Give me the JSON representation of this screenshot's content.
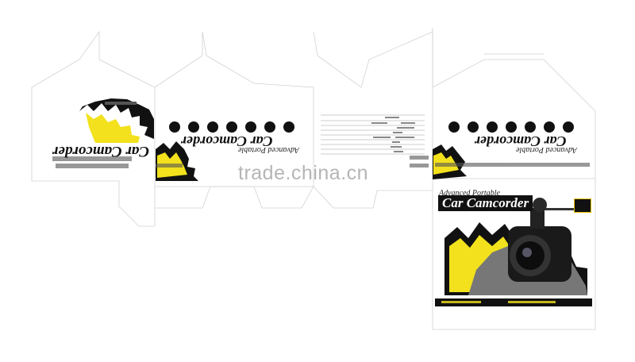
{
  "watermark": "trade.china.cn",
  "back_panel": {
    "subtitle": "Advanced Portable",
    "title": "Car Camcorder"
  },
  "left_panel": {
    "title": "Car Camcorder"
  },
  "right_panel": {
    "subtitle": "Advanced Portable",
    "title": "Car Camcorder"
  },
  "front_panel": {
    "subtitle": "Advanced Portable",
    "title": "Car Camcorder"
  },
  "colors": {
    "accent_yellow": "#f2e11c",
    "ink": "#111111",
    "dieline": "#cfcfcf"
  }
}
